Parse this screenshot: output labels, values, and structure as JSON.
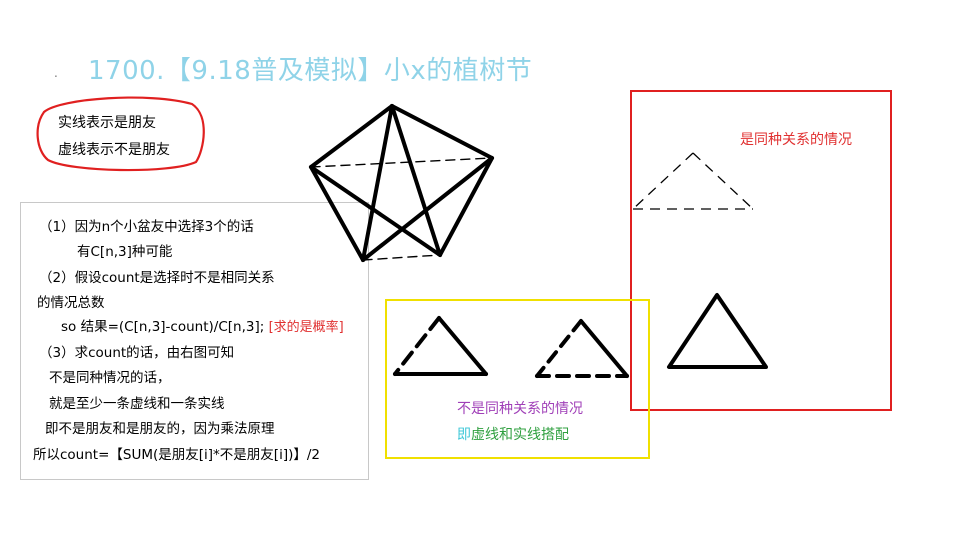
{
  "title": {
    "dot": ".",
    "text": "1700.【9.18普及模拟】小x的植树节"
  },
  "legend": {
    "solid": "实线表示是朋友",
    "dashed": "虚线表示不是朋友"
  },
  "explanation": {
    "line1": "（1）因为n个小盆友中选择3个的话",
    "line2": "有C[n,3]种可能",
    "line3": "（2）假设count是选择时不是相同关系",
    "line4": "的情况总数",
    "line5a": "so 结果=(C[n,3]-count)/C[n,3];",
    "line5b": "[求的是概率]",
    "line6": "（3）求count的话，由右图可知",
    "line7": "不是同种情况的话，",
    "line8": "就是至少一条虚线和一条实线",
    "line9": "即不是朋友和是朋友的，因为乘法原理",
    "line10": "所以count=【SUM(是朋友[i]*不是朋友[i])】/2"
  },
  "captions": {
    "same": "是同种关系的情况",
    "different": "不是同种关系的情况",
    "mix_first": "即",
    "mix_rest": "虚线和实线搭配"
  },
  "colors": {
    "title": "#8fd3e8",
    "red": "#e03030",
    "yellow": "#f0e000",
    "purple": "#a040b8",
    "green": "#30a040",
    "cyan": "#40c8d8"
  }
}
